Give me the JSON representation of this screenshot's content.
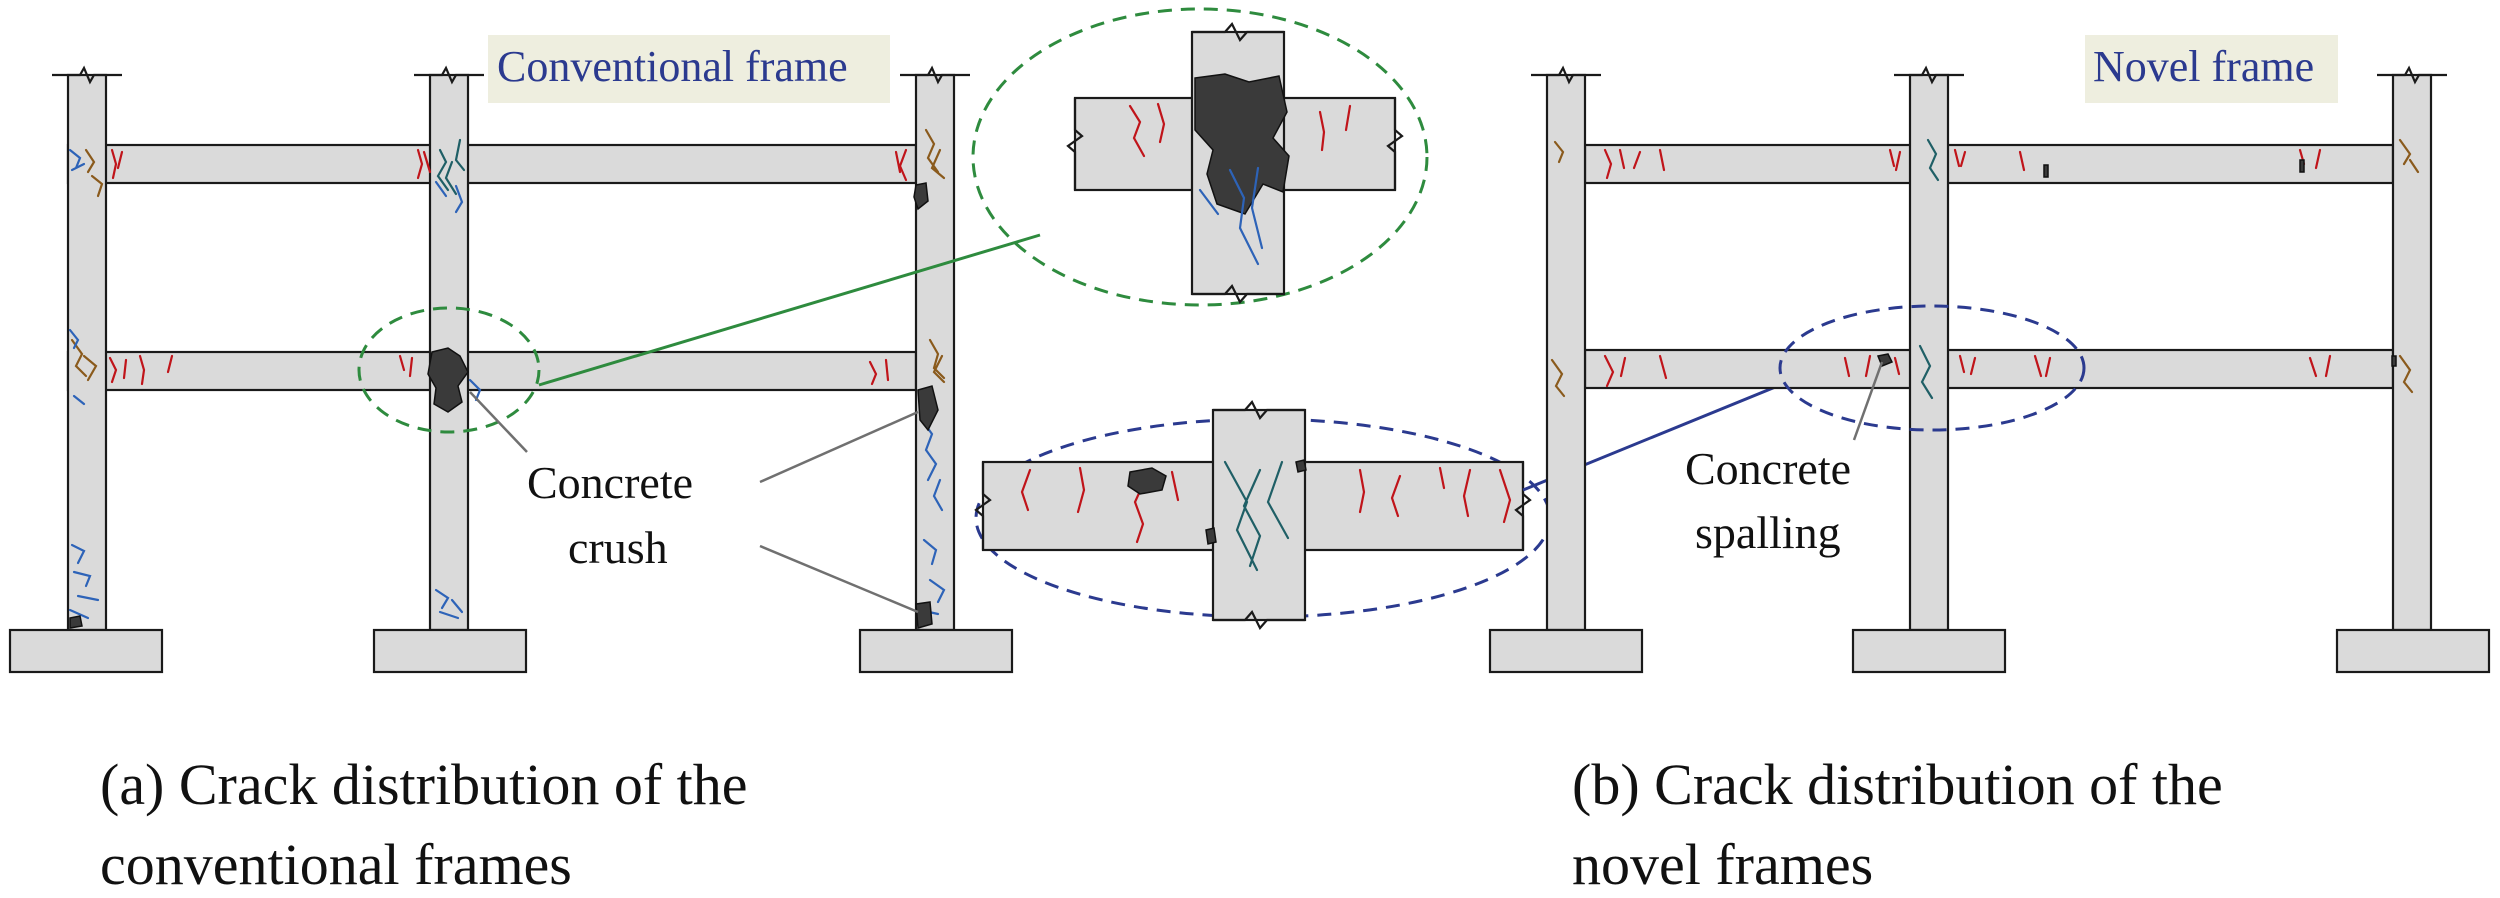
{
  "left_panel": {
    "tag": "Conventional frame",
    "annotation": [
      "Concrete",
      "crush"
    ],
    "caption": [
      "(a) Crack distribution of the",
      "conventional frames"
    ]
  },
  "right_panel": {
    "tag": "Novel frame",
    "annotation": [
      "Concrete",
      "spalling"
    ],
    "caption": [
      "(b) Crack distribution of the",
      "novel frames"
    ]
  },
  "colors": {
    "member_fill": "#dadada",
    "crack_red": "#c0141a",
    "crack_blue": "#2d63b8",
    "crack_brown": "#8a5a1c",
    "crack_teal": "#1f5f66",
    "callout_green": "#2e8b3e",
    "callout_navy": "#2b3a8f",
    "tag_background": "#eeeedf"
  }
}
